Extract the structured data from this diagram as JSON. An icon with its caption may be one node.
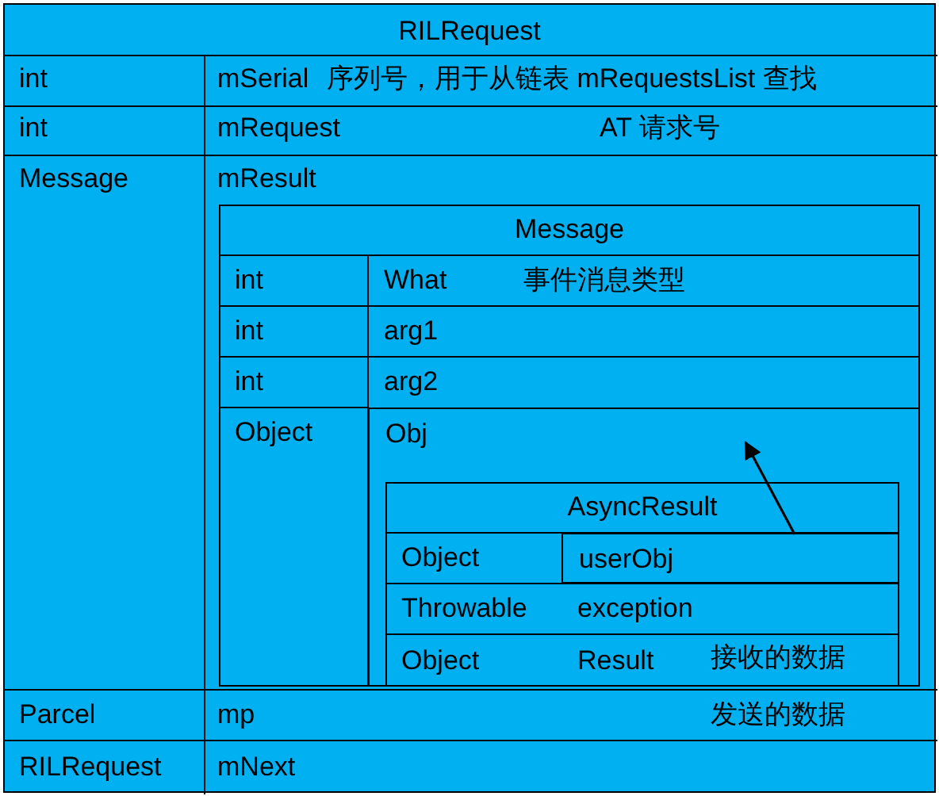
{
  "diagram": {
    "nodes": [
      {
        "text": [
          "RILRequest"
        ]
      },
      {
        "text": [
          "Message"
        ],
        "in": 0
      },
      {
        "text": [
          "Obj"
        ],
        "in": 1
      },
      {
        "text": [
          "AsyncResult"
        ],
        "in": 2
      },
      {
        "text": [
          "userObj"
        ],
        "in": 3
      }
    ],
    "edges": [
      {
        "from": 4,
        "to": 2,
        "arrow": "to"
      }
    ],
    "labels": [
      "int",
      "mSerial",
      "序列号，用于从链表 mRequestsList 查找",
      "int",
      "mRequest",
      "AT 请求号",
      "Message",
      "mResult",
      "int",
      "What",
      "事件消息类型",
      "int",
      "arg1",
      "int",
      "arg2",
      "Object",
      "Object",
      "Throwable",
      "exception",
      "Object",
      "Result",
      "接收的数据",
      "Parcel",
      "mp",
      "发送的数据",
      "RILRequest",
      "mNext"
    ]
  }
}
